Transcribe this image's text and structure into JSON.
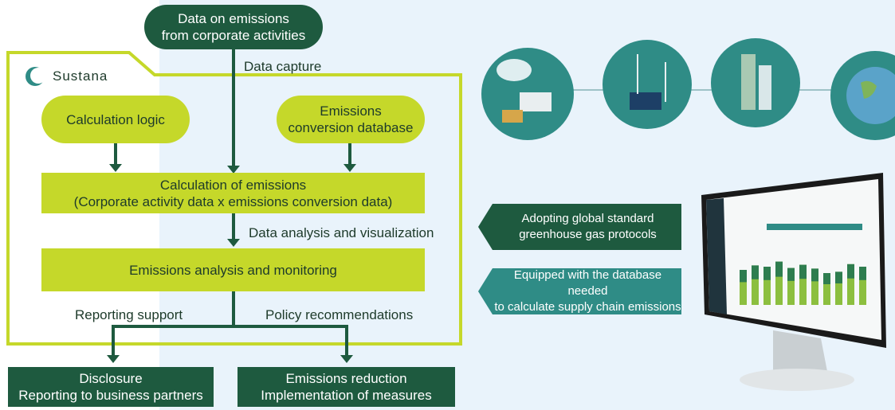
{
  "logo": {
    "name": "Sustana"
  },
  "source_box": {
    "line1": "Data on emissions",
    "line2": "from corporate activities"
  },
  "data_capture_label": "Data capture",
  "calc_logic": "Calculation logic",
  "conversion_db": {
    "line1": "Emissions",
    "line2": "conversion database"
  },
  "calculation_bar": {
    "line1": "Calculation of emissions",
    "line2": "(Corporate activity data x emissions conversion data)"
  },
  "analysis_label": "Data analysis and visualization",
  "monitoring_bar": "Emissions analysis and monitoring",
  "reporting_label": "Reporting support",
  "policy_label": "Policy recommendations",
  "disclosure_box": {
    "line1": "Disclosure",
    "line2": "Reporting to business partners"
  },
  "reduction_box": {
    "line1": "Emissions reduction",
    "line2": "Implementation of measures"
  },
  "callouts": [
    {
      "line1": "Adopting global standard",
      "line2": "greenhouse gas protocols"
    },
    {
      "line1": "Equipped with the database needed",
      "line2": "to calculate supply chain emissions"
    }
  ],
  "monitor_chart": {
    "values": [
      0.55,
      0.62,
      0.6,
      0.68,
      0.58,
      0.63,
      0.57,
      0.5,
      0.52,
      0.64,
      0.6
    ]
  },
  "colors": {
    "dark_green": "#1e5a3f",
    "lime": "#c5d82a",
    "teal": "#2f8c86",
    "light_bg": "#e9f3fb"
  }
}
